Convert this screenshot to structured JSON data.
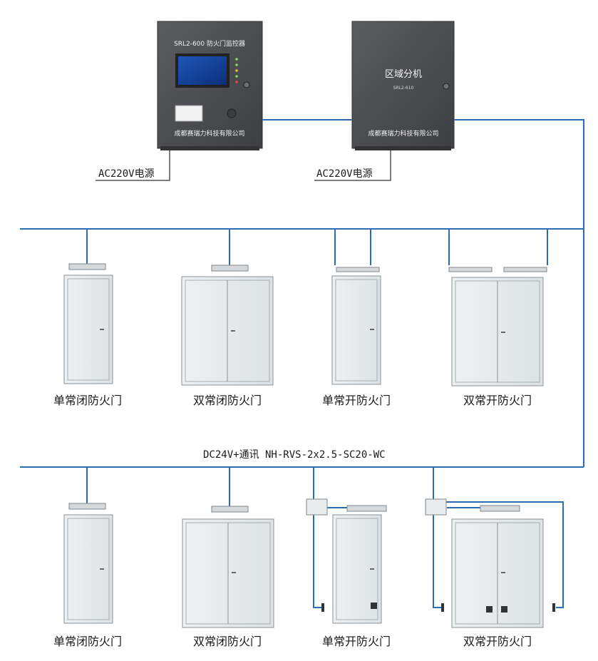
{
  "controller": {
    "title": "SRL2-600 防火门监控器",
    "company": "成都赛瑞力科技有限公司",
    "power_label": "AC220V电源"
  },
  "sub_unit": {
    "title": "区域分机",
    "model": "SRL2-610",
    "company": "成都赛瑞力科技有限公司",
    "power_label": "AC220V电源"
  },
  "bus_label": "DC24V+通讯  NH-RVS-2x2.5-SC20-WC",
  "row1_doors": [
    {
      "label": "单常闭防火门"
    },
    {
      "label": "双常闭防火门"
    },
    {
      "label": "单常开防火门"
    },
    {
      "label": "双常开防火门"
    }
  ],
  "row2_doors": [
    {
      "label": "单常闭防火门"
    },
    {
      "label": "双常闭防火门"
    },
    {
      "label": "单常开防火门"
    },
    {
      "label": "双常开防火门"
    }
  ],
  "colors": {
    "bus": "#2a6db5",
    "cabinet": "#4a4c4f",
    "door_fill": "#e6eaec",
    "door_stroke": "#8a9196"
  }
}
